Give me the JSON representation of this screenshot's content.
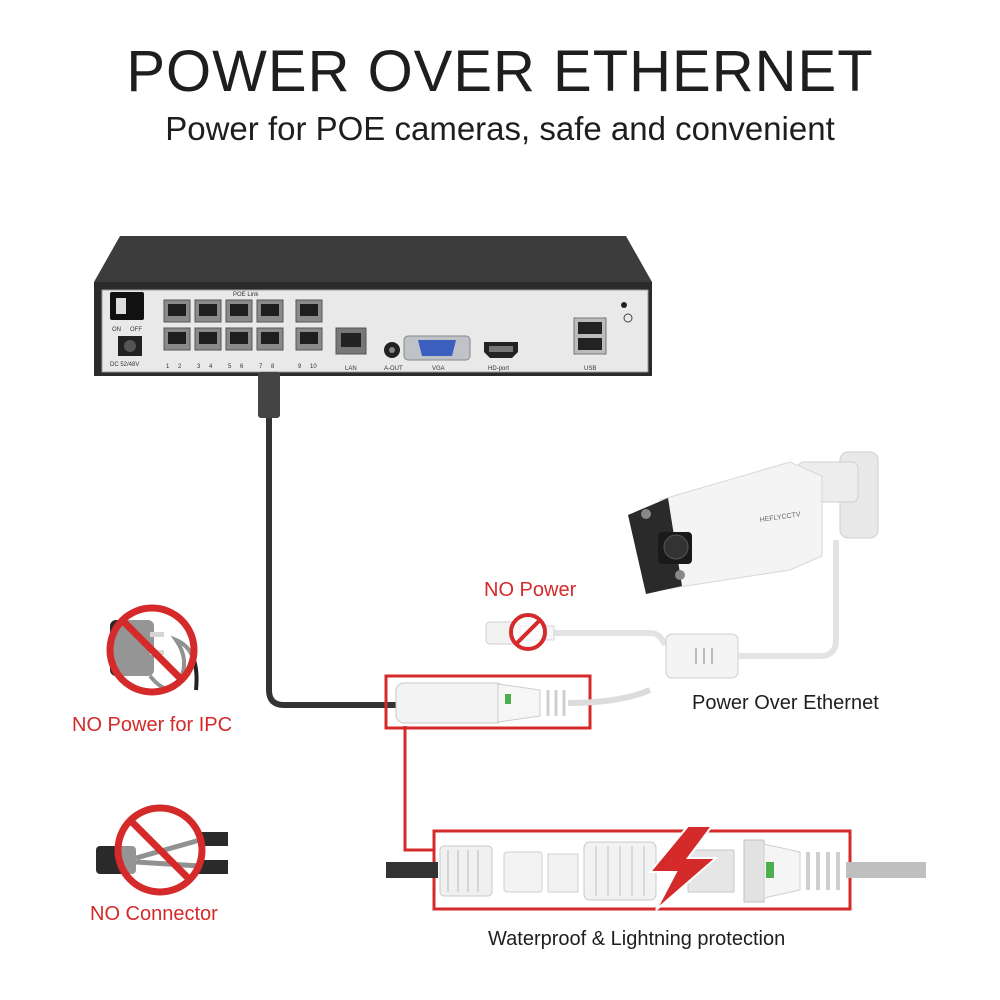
{
  "header": {
    "title": "POWER OVER ETHERNET",
    "subtitle": "Power for POE cameras, safe and convenient"
  },
  "nvr": {
    "poe_link_label": "POE Link",
    "switch_on": "ON",
    "switch_off": "OFF",
    "dc_label": "DC 52/48V",
    "port_labels": [
      "1",
      "2",
      "3",
      "4",
      "5",
      "6",
      "7",
      "8"
    ],
    "uplink_labels": [
      "9",
      "10"
    ],
    "lan_label": "LAN",
    "aout_label": "A-OUT",
    "vga_label": "VGA",
    "hd_label": "HD-port",
    "usb_label": "USB"
  },
  "camera": {
    "brand": "HEFLYCCTV"
  },
  "labels": {
    "no_power": "NO Power",
    "poe": "Power Over Ethernet",
    "no_power_ipc": "NO Power for IPC",
    "no_connector": "NO Connector",
    "waterproof": "Waterproof & Lightning protection"
  },
  "colors": {
    "accent_red": "#d42a2a",
    "nvr_body": "#3a3a3a",
    "cable_dark": "#333333"
  }
}
